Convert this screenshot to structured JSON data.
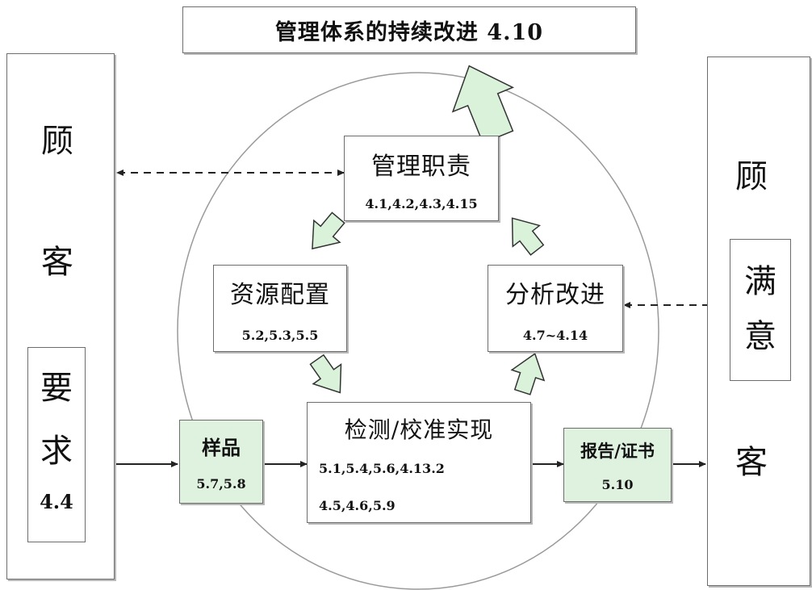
{
  "title": "管理体系的持续改进 4.10",
  "left_customer": {
    "char1": "顾",
    "char2": "客"
  },
  "requirements": {
    "char1": "要",
    "char2": "求",
    "code": "4.4"
  },
  "right_customer": {
    "char1": "顾",
    "char2": "客"
  },
  "satisfaction": {
    "char1": "满",
    "char2": "意"
  },
  "management": {
    "label": "管理职责",
    "code": "4.1,4.2,4.3,4.15"
  },
  "resources": {
    "label": "资源配置",
    "code": "5.2,5.3,5.5"
  },
  "analysis": {
    "label": "分析改进",
    "code": "4.7~4.14"
  },
  "testing": {
    "label": "检测/校准实现",
    "code1": "5.1,5.4,5.6,4.13.2",
    "code2": "4.5,4.6,5.9"
  },
  "sample": {
    "label": "样品",
    "code": "5.7,5.8"
  },
  "report": {
    "label": "报告/证书",
    "code": "5.10"
  },
  "colors": {
    "arrow_fill": "#d9f2d9",
    "green_box": "#dff2df",
    "border": "#6d6d6d"
  }
}
